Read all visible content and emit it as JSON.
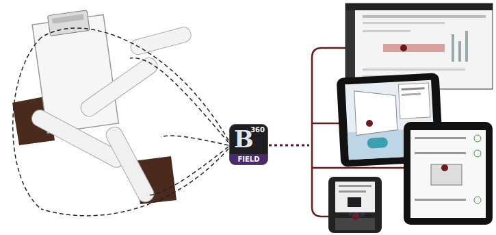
{
  "diagram": {
    "nodes": [
      {
        "text": [
          "B",
          "360",
          "FIELD"
        ]
      }
    ],
    "labels": [
      "FIELD"
    ]
  }
}
